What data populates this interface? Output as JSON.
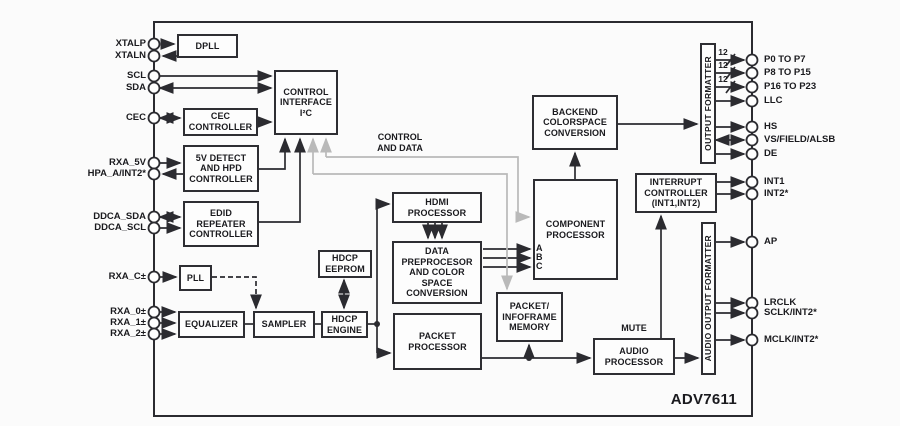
{
  "chip_label": "ADV7611",
  "annotations": {
    "control_and_data": "CONTROL\nAND DATA",
    "mute": "MUTE",
    "bus_width": "12",
    "component_input_a": "A",
    "component_input_b": "B",
    "component_input_c": "C"
  },
  "blocks": {
    "dpll": "DPLL",
    "cec_controller": "CEC\nCONTROLLER",
    "control_interface": "CONTROL\nINTERFACE\nI²C",
    "hpd_controller": "5V DETECT\nAND HPD\nCONTROLLER",
    "edid_repeater": "EDID\nREPEATER\nCONTROLLER",
    "pll": "PLL",
    "equalizer": "EQUALIZER",
    "sampler": "SAMPLER",
    "hdcp_engine": "HDCP\nENGINE",
    "hdcp_eeprom": "HDCP\nEEPROM",
    "hdmi_processor": "HDMI\nPROCESSOR",
    "data_preprocessor": "DATA\nPREPROCESOR\nAND COLOR\nSPACE\nCONVERSION",
    "packet_processor": "PACKET\nPROCESSOR",
    "packet_infoframe_memory": "PACKET/\nINFOFRAME\nMEMORY",
    "component_processor": "COMPONENT\nPROCESSOR",
    "backend_colorspace": "BACKEND\nCOLORSPACE\nCONVERSION",
    "output_formatter": "OUTPUT FORMATTER",
    "interrupt_controller": "INTERRUPT\nCONTROLLER\n(INT1,INT2)",
    "audio_output_formatter": "AUDIO OUTPUT FORMATTER",
    "audio_processor": "AUDIO\nPROCESSOR"
  },
  "pins_left": {
    "xtalp": "XTALP",
    "xtaln": "XTALN",
    "scl": "SCL",
    "sda": "SDA",
    "cec": "CEC",
    "rxa_5v": "RXA_5V",
    "hpa_a": "HPA_A/INT2*",
    "ddca_sda": "DDCA_SDA",
    "ddca_scl": "DDCA_SCL",
    "rxa_c": "RXA_C±",
    "rxa_0": "RXA_0±",
    "rxa_1": "RXA_1±",
    "rxa_2": "RXA_2±"
  },
  "pins_right": {
    "p0_p7": "P0 TO P7",
    "p8_p15": "P8 TO P15",
    "p16_p23": "P16 TO P23",
    "llc": "LLC",
    "hs": "HS",
    "vs_field_alsb": "VS/FIELD/ALSB",
    "de": "DE",
    "int1": "INT1",
    "int2": "INT2*",
    "ap": "AP",
    "lrclk": "LRCLK",
    "sclk": "SCLK/INT2*",
    "mclk": "MCLK/INT2*"
  },
  "colors": {
    "wire": "#2b2b30",
    "control_data_wire": "#b9b9b9"
  }
}
